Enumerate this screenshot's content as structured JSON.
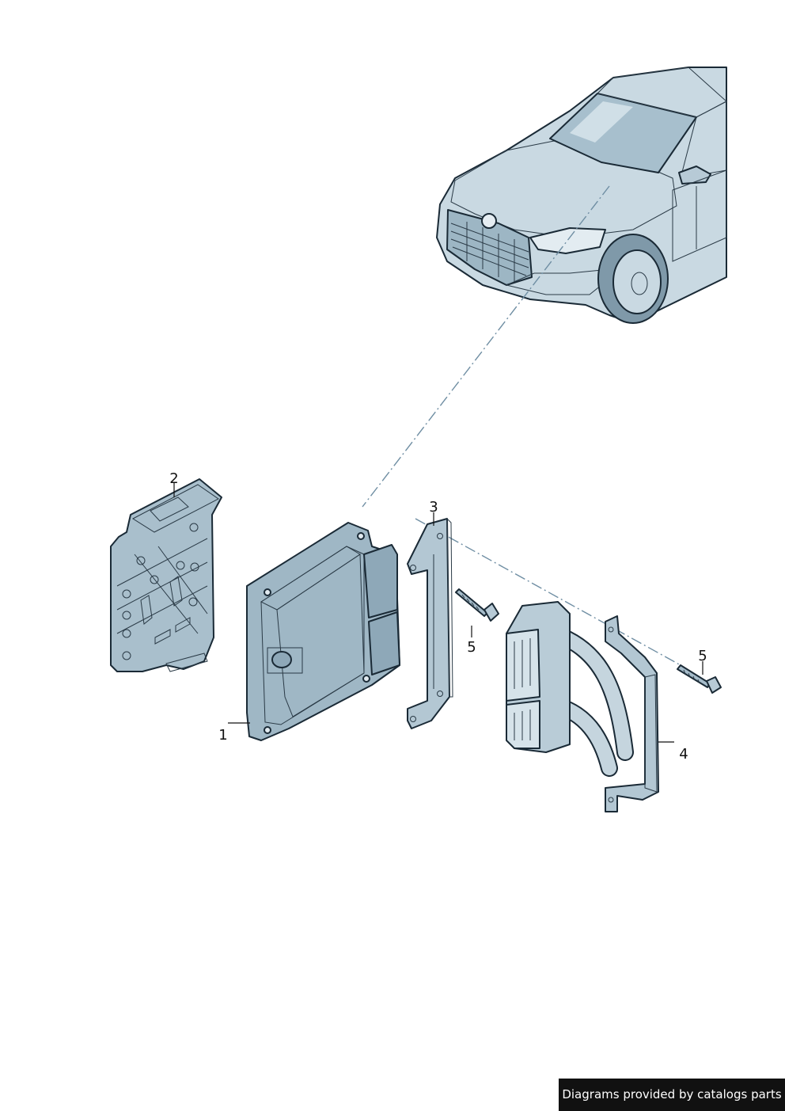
{
  "callouts": {
    "c1": "1",
    "c2": "2",
    "c3": "3",
    "c4": "4",
    "c5a": "5",
    "c5b": "5"
  },
  "credit": "Diagrams provided by catalogs parts",
  "colors": {
    "part_fill": "#b7cad6",
    "part_shade": "#8ea8b8",
    "part_light": "#d6e3ea",
    "outline": "#1a2a36",
    "dash_line": "#6f8ea3"
  }
}
